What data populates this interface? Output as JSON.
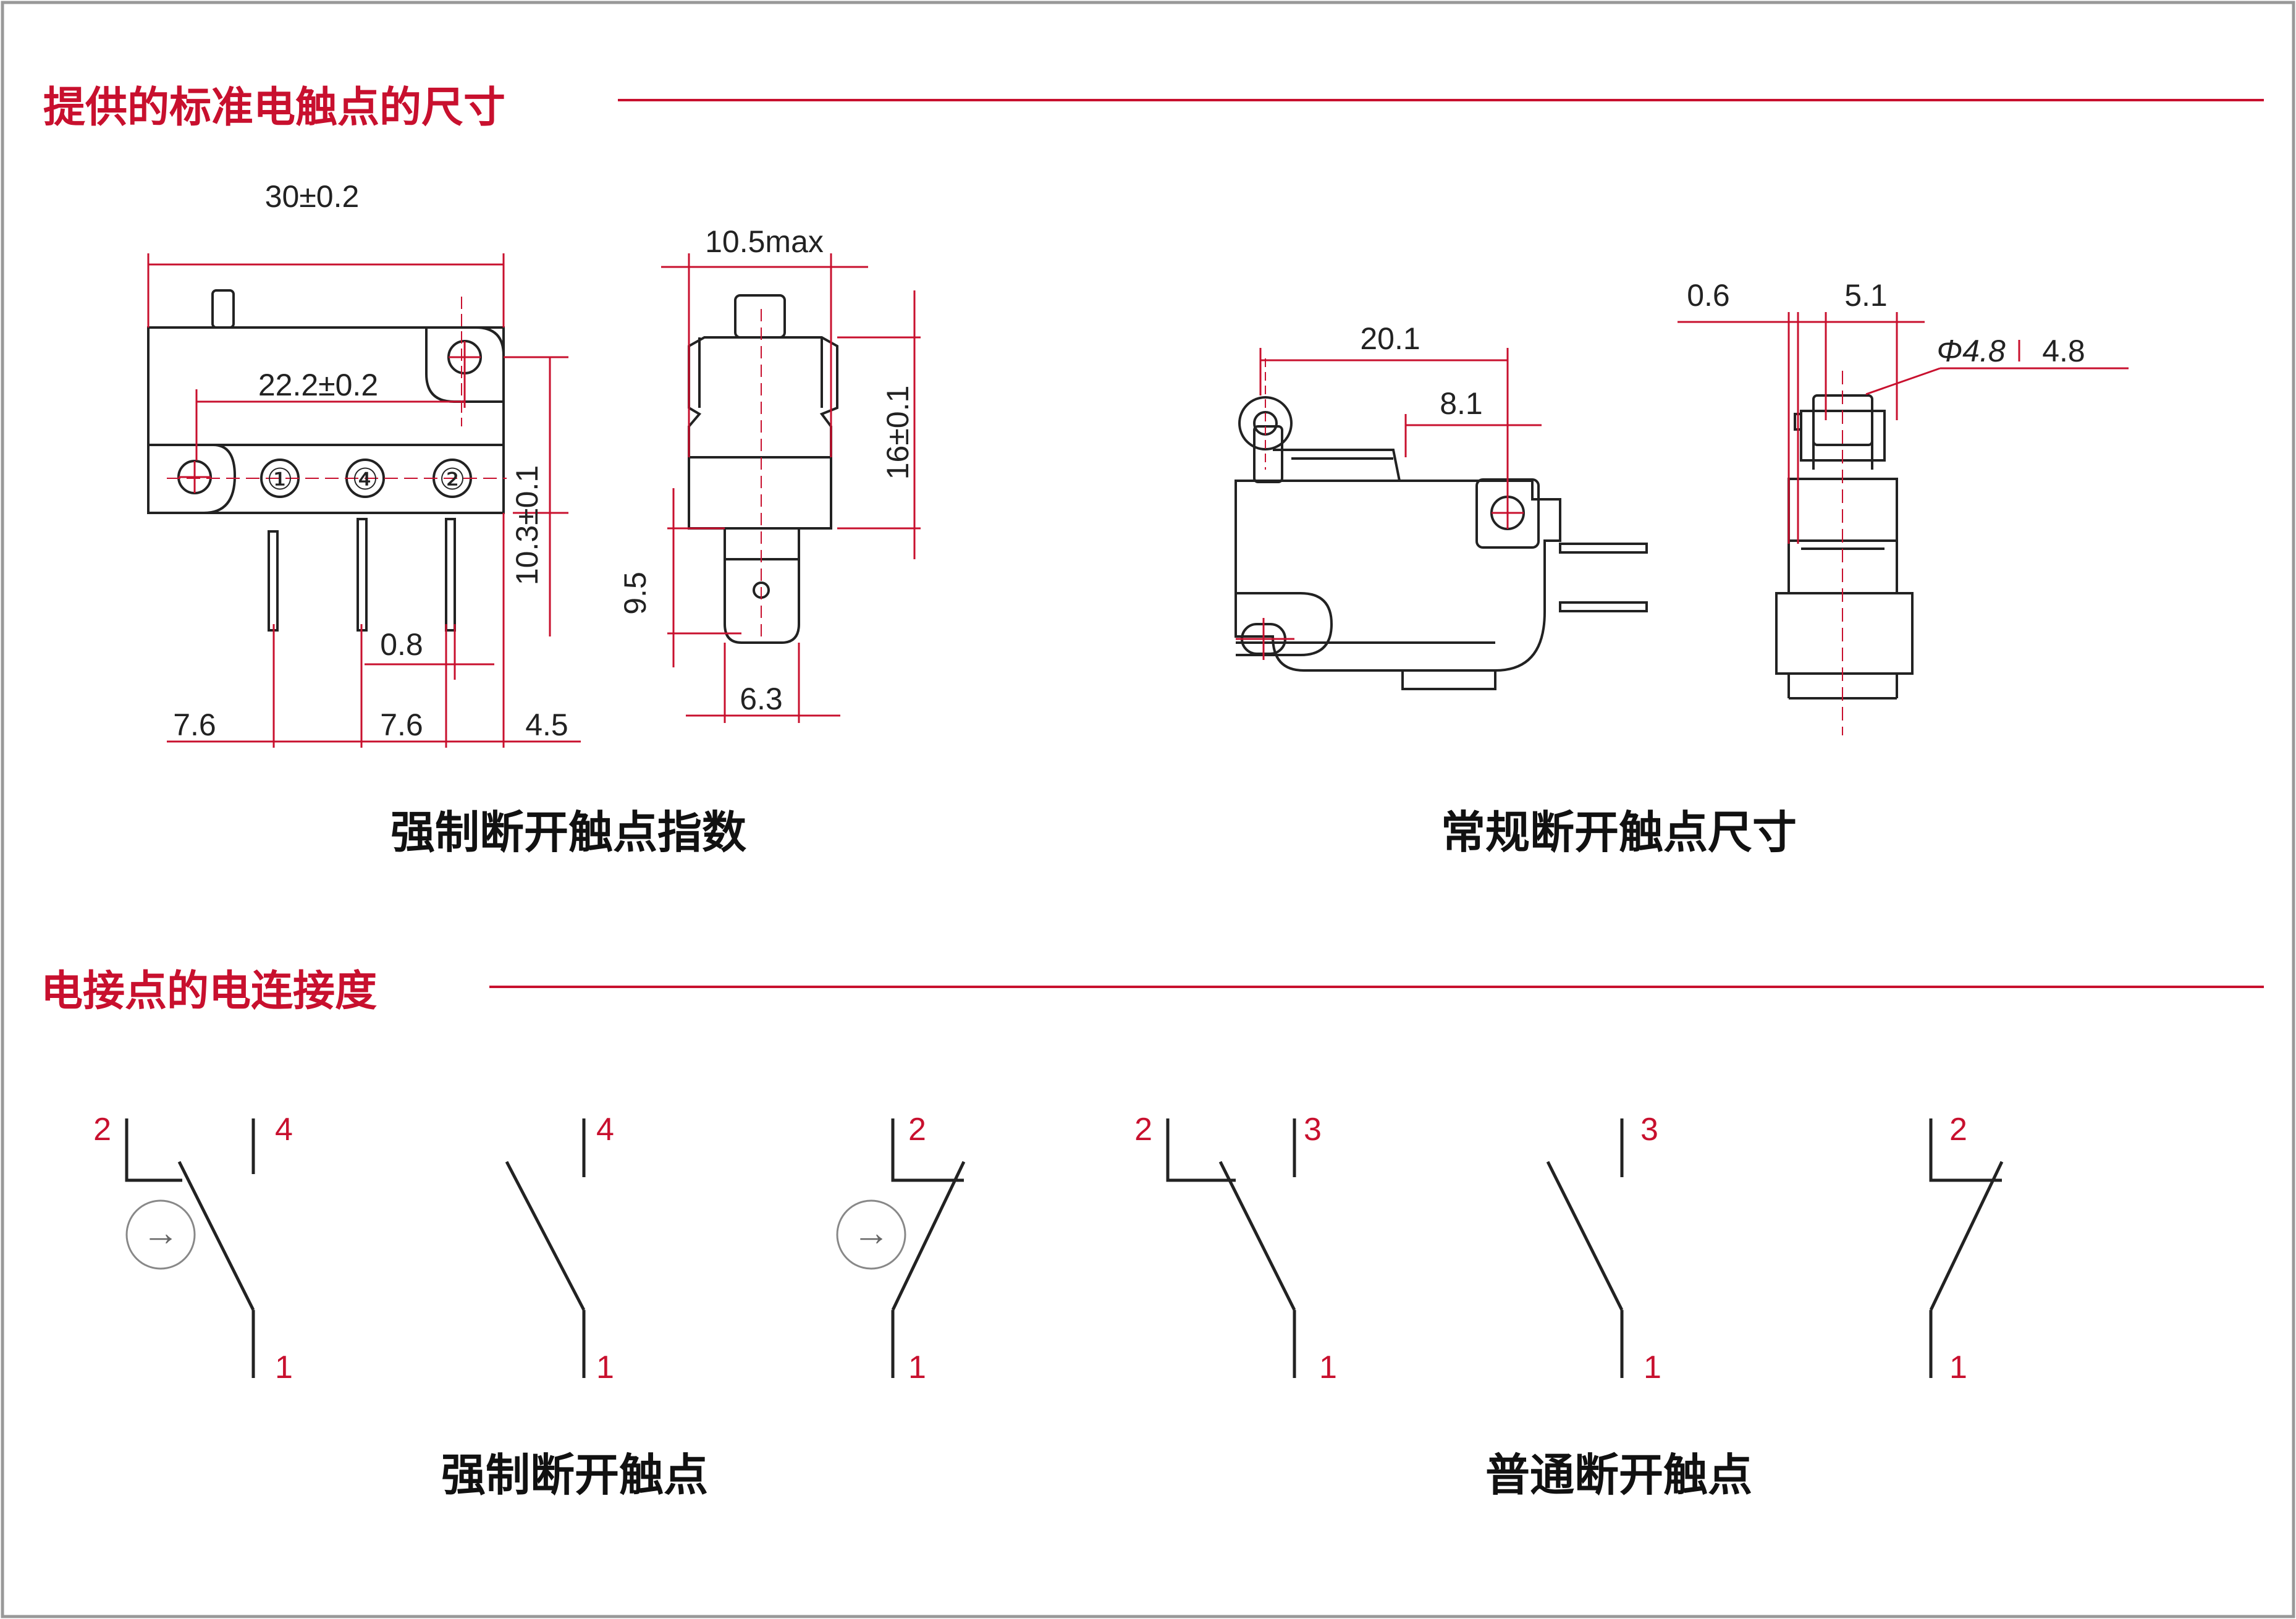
{
  "sections": {
    "dimensions_title": "提供的标准电触点的尺寸",
    "connection_title": "电接点的电连接度"
  },
  "colors": {
    "accent": "#c8102e",
    "line": "#222222",
    "border": "#999999"
  },
  "captions": {
    "forced_dimensions": "强制断开触点指数",
    "normal_dimensions": "常规断开触点尺寸",
    "forced_contact": "强制断开触点",
    "normal_contact": "普通断开触点"
  },
  "drawing1": {
    "overall_width": "30±0.2",
    "hole_spacing": "22.2±0.2",
    "terminal_labels": [
      "①",
      "④",
      "②"
    ],
    "height": "10.3±0.1",
    "terminal_width": "0.8",
    "pitch_left": "7.6",
    "pitch_mid": "7.6",
    "right_offset": "4.5"
  },
  "drawing2": {
    "max_width": "10.5max",
    "height": "16±0.1",
    "terminal_length": "9.5",
    "terminal_width": "6.3"
  },
  "drawing3": {
    "lever_span": "20.1",
    "hole_offset": "8.1"
  },
  "drawing4": {
    "left_offset": "0.6",
    "roller_offset": "5.1",
    "roller_diameter": "Φ4.8",
    "roller_width": "4.8"
  },
  "schematics": [
    {
      "top_left": "2",
      "top_right": "4",
      "bottom": "1",
      "forced": true
    },
    {
      "top_left": "",
      "top_right": "4",
      "bottom": "1",
      "forced": false
    },
    {
      "top_left": "",
      "top_right": "2",
      "bottom": "1",
      "forced": true
    },
    {
      "top_left": "2",
      "top_right": "3",
      "bottom": "1",
      "forced": false
    },
    {
      "top_left": "",
      "top_right": "3",
      "bottom": "1",
      "forced": false
    },
    {
      "top_left": "",
      "top_right": "2",
      "bottom": "1",
      "forced": false
    }
  ],
  "forced_symbol": "→"
}
